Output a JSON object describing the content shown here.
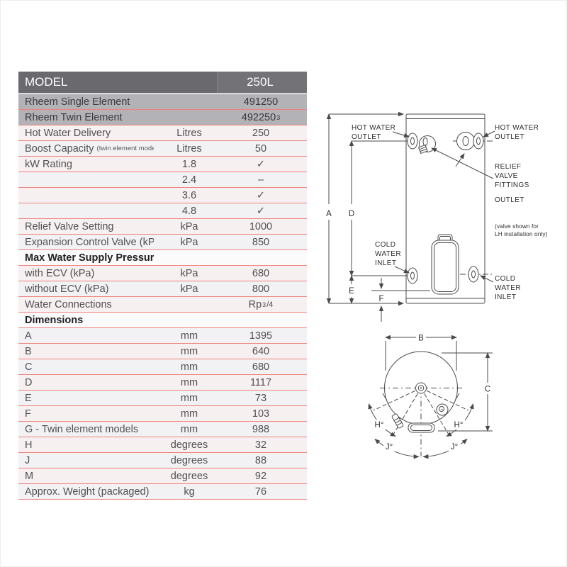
{
  "table": {
    "header": {
      "model_label": "MODEL",
      "size_label": "250L"
    },
    "rows": [
      {
        "type": "model",
        "label": "Rheem Single Element",
        "unit": "",
        "value": "491250"
      },
      {
        "type": "model",
        "label": "Rheem Twin Element",
        "unit": "",
        "value": "492250",
        "value_sup": "3"
      },
      {
        "type": "data",
        "label": "Hot Water Delivery",
        "unit": "Litres",
        "value": "250"
      },
      {
        "type": "data",
        "label": "Boost Capacity",
        "sublabel": "(twin element models)",
        "unit": "Litres",
        "value": "50"
      },
      {
        "type": "data",
        "label": "kW Rating",
        "unit": "1.8",
        "value": "✓"
      },
      {
        "type": "data",
        "label": "",
        "unit": "2.4",
        "value": "–"
      },
      {
        "type": "data",
        "label": "",
        "unit": "3.6",
        "value": "✓"
      },
      {
        "type": "data",
        "label": "",
        "unit": "4.8",
        "value": "✓"
      },
      {
        "type": "data",
        "label": "Relief Valve Setting",
        "unit": "kPa",
        "value": "1000"
      },
      {
        "type": "data",
        "label": "Expansion Control Valve (kPa)",
        "unit": "kPa",
        "value": "850"
      },
      {
        "type": "section",
        "label": "Max Water Supply Pressure:",
        "unit": "",
        "value": ""
      },
      {
        "type": "data",
        "label": "with ECV (kPa)",
        "unit": "kPa",
        "value": "680"
      },
      {
        "type": "data",
        "label": "without ECV (kPa)",
        "unit": "kPa",
        "value": "800"
      },
      {
        "type": "data",
        "label": "Water Connections",
        "unit": "",
        "value": "Rp",
        "value_sup": "3",
        "value_tail": "/4"
      },
      {
        "type": "section",
        "label": "Dimensions",
        "unit": "",
        "value": ""
      },
      {
        "type": "data",
        "label": "A",
        "unit": "mm",
        "value": "1395"
      },
      {
        "type": "data",
        "label": "B",
        "unit": "mm",
        "value": "640"
      },
      {
        "type": "data",
        "label": "C",
        "unit": "mm",
        "value": "680"
      },
      {
        "type": "data",
        "label": "D",
        "unit": "mm",
        "value": "1117"
      },
      {
        "type": "data",
        "label": "E",
        "unit": "mm",
        "value": "73"
      },
      {
        "type": "data",
        "label": "F",
        "unit": "mm",
        "value": "103"
      },
      {
        "type": "data",
        "label": "G - Twin element models",
        "unit": "mm",
        "value": "988"
      },
      {
        "type": "data",
        "label": "H",
        "unit": "degrees",
        "value": "32"
      },
      {
        "type": "data",
        "label": "J",
        "unit": "degrees",
        "value": "88"
      },
      {
        "type": "data",
        "label": "M",
        "unit": "degrees",
        "value": "92"
      },
      {
        "type": "data",
        "label": "Approx. Weight (packaged)",
        "unit": "kg",
        "value": "76"
      }
    ],
    "colors": {
      "header_bg": "#6a696e",
      "model_row_bg": "#b3b2b6",
      "row_border": "#ef837e"
    }
  },
  "diagram": {
    "front_view": {
      "hot_water_outlet_left": [
        "HOT WATER",
        "OUTLET"
      ],
      "hot_water_outlet_right": [
        "HOT WATER",
        "OUTLET"
      ],
      "relief_valve_label": [
        "RELIEF",
        "VALVE",
        "FITTINGS",
        "OUTLET"
      ],
      "valve_note": [
        "(valve shown for",
        "LH installation only)"
      ],
      "cold_water_inlet_left": [
        "COLD",
        "WATER",
        "INLET"
      ],
      "cold_water_inlet_right": [
        "COLD",
        "WATER",
        "INLET"
      ],
      "dim_a": "A",
      "dim_d": "D",
      "dim_e": "E",
      "dim_f": "F"
    },
    "plan_view": {
      "dim_b": "B",
      "dim_c": "C",
      "dim_h_left": "H°",
      "dim_h_right": "H°",
      "dim_j_left": "J°",
      "dim_j_right": "J°"
    }
  }
}
